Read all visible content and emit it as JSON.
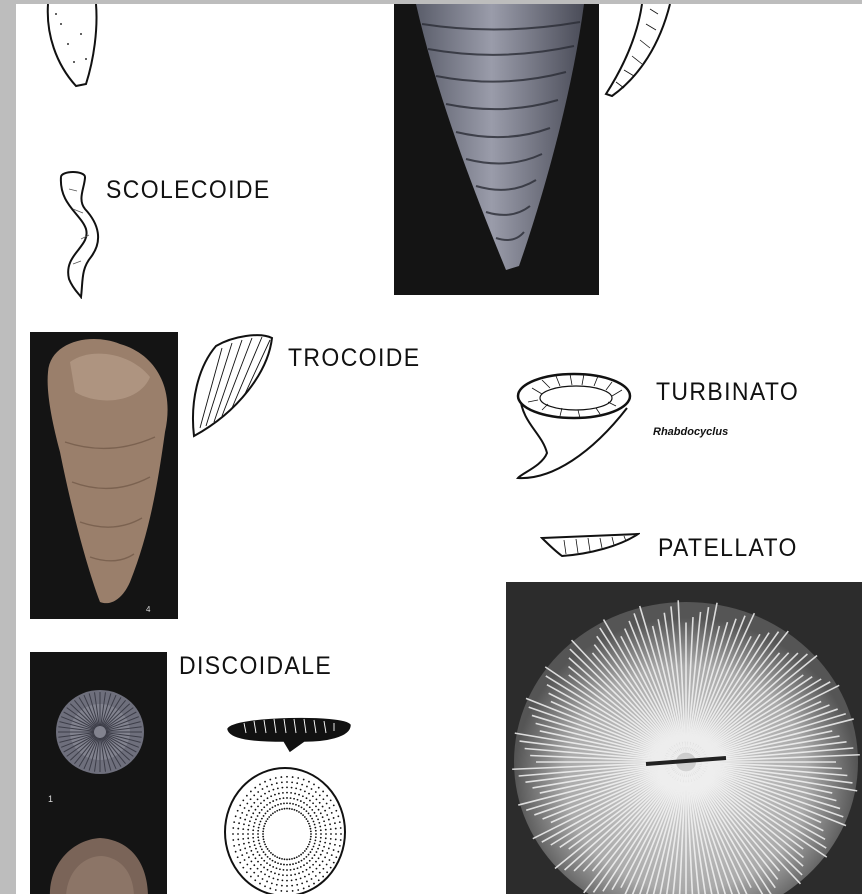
{
  "labels": {
    "scolecoide": "SCOLECOIDE",
    "trocoide": "TROCOIDE",
    "turbinato": "TURBINATO",
    "turbinato_genus": "Rhabdocyclus",
    "patellato": "PATELLATO",
    "discoidale": "DISCOIDALE"
  },
  "photo_marks": {
    "trocoide_plate": "4",
    "discoidale_plate": "1"
  },
  "colors": {
    "page_background": "#ffffff",
    "margin_background": "#bdbdbd",
    "photo_background": "#141414",
    "ink": "#111111"
  }
}
